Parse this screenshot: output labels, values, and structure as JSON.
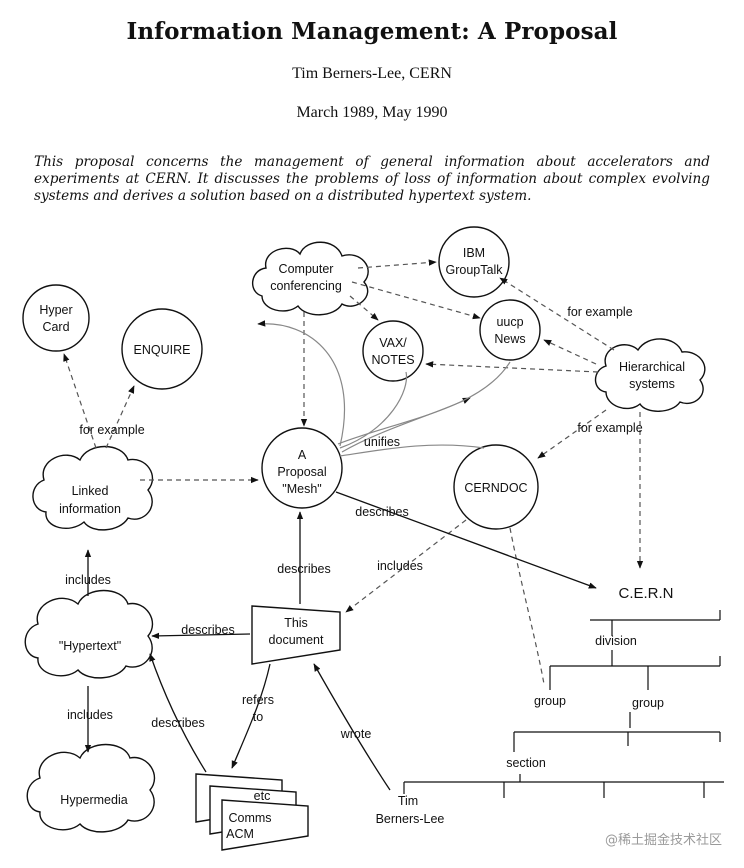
{
  "document": {
    "title": "Information Management: A Proposal",
    "author": "Tim Berners-Lee, CERN",
    "date": "March 1989, May 1990",
    "abstract": "This proposal concerns the management of general information about accelerators and experiments at CERN. It discusses the problems of loss of information about complex evolving systems and derives a solution based on a distributed hypertext system."
  },
  "diagram": {
    "nodes": {
      "hypercard": [
        "Hyper",
        "Card"
      ],
      "enquire": "ENQUIRE",
      "computer_conferencing": [
        "Computer",
        "conferencing"
      ],
      "ibm_grouptalk": [
        "IBM",
        "GroupTalk"
      ],
      "uucp_news": [
        "uucp",
        "News"
      ],
      "vax_notes": [
        "VAX/",
        "NOTES"
      ],
      "hierarchical_systems": [
        "Hierarchical",
        "systems"
      ],
      "linked_information": [
        "Linked",
        "information"
      ],
      "proposal_mesh": [
        "A",
        "Proposal",
        "\"Mesh\""
      ],
      "cerndoc": "CERNDOC",
      "hypertext": "\"Hypertext\"",
      "this_document": [
        "This",
        "document"
      ],
      "hypermedia": "Hypermedia",
      "comms_acm": [
        "Comms",
        "ACM"
      ],
      "etc": "etc",
      "tim_berners_lee": [
        "Tim",
        "Berners-Lee"
      ]
    },
    "edge_labels": {
      "for_example_left": "for example",
      "for_example_right_top": "for example",
      "for_example_right_mid": "for example",
      "unifies": "unifies",
      "describes_cern": "describes",
      "includes_cerndoc": "includes",
      "describes_mesh": "describes",
      "describes_hypertext": "describes",
      "includes_top": "includes",
      "includes_bottom": "includes",
      "refers_to": [
        "refers",
        "to"
      ],
      "describes_acm": "describes",
      "wrote": "wrote"
    },
    "tree": {
      "root": "C.E.R.N",
      "division": "division",
      "group_1": "group",
      "group_2": "group",
      "section": "section"
    }
  },
  "watermark": "@稀土掘金技术社区"
}
